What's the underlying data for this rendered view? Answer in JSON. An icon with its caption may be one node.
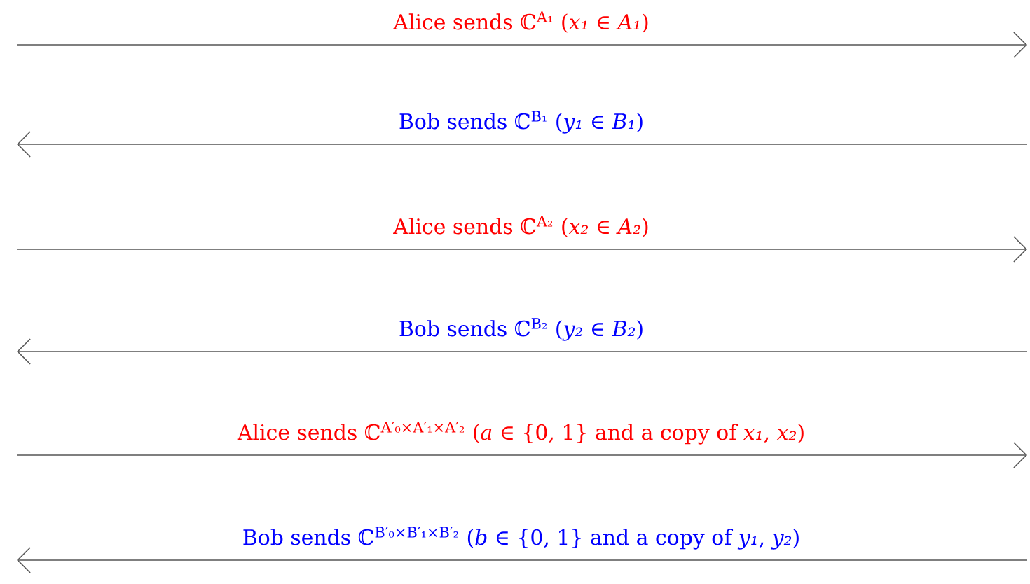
{
  "diagram": {
    "labels": [
      "Alice sends ℂ$^{A₁}$ (*x₁* ∈ *A₁*)",
      "Bob sends ℂ$^{B₁}$ (*y₁* ∈ *B₁*)",
      "Alice sends ℂ$^{A₂}$ (*x₂* ∈ *A₂*)",
      "Bob sends ℂ$^{B₂}$ (*y₂* ∈ *B₂*)",
      "Alice sends ℂ$^{A′₀×A′₁×A′₂}$ (*a* ∈ {0, 1} and a copy of *x₁*, *x₂*)",
      "Bob sends ℂ$^{B′₀×B′₁×B′₂}$ (*b* ∈ {0, 1} and a copy of *y₁*, *y₂*)"
    ]
  }
}
